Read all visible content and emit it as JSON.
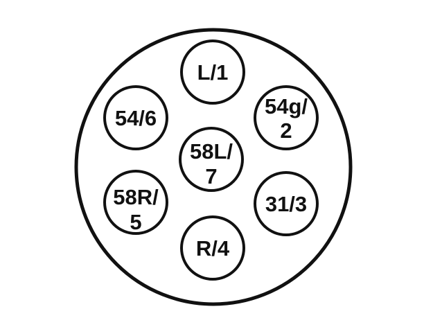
{
  "connector": {
    "colors": {
      "stroke": "#111111",
      "background": "#ffffff"
    },
    "pins": [
      {
        "id": "pin-1",
        "lines": [
          "L/1"
        ]
      },
      {
        "id": "pin-2",
        "lines": [
          "54g/",
          "2"
        ]
      },
      {
        "id": "pin-3",
        "lines": [
          "31/3"
        ]
      },
      {
        "id": "pin-4",
        "lines": [
          "R/4"
        ]
      },
      {
        "id": "pin-5",
        "lines": [
          "58R/",
          "5"
        ]
      },
      {
        "id": "pin-6",
        "lines": [
          "54/6"
        ]
      },
      {
        "id": "pin-7",
        "lines": [
          "58L/",
          "7"
        ]
      }
    ]
  }
}
